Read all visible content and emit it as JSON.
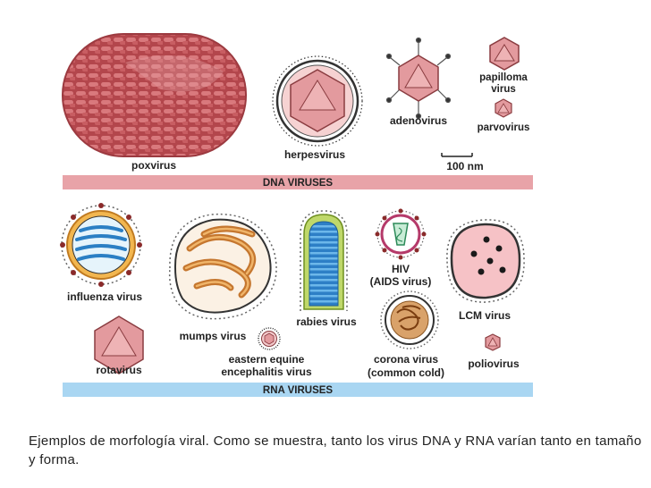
{
  "dna": {
    "band_label": "DNA VIRUSES",
    "band_color": "#e8a3a8",
    "labels": {
      "poxvirus": "poxvirus",
      "herpesvirus": "herpesvirus",
      "adenovirus": "adenovirus",
      "papilloma_line1": "papilloma",
      "papilloma_line2": "virus",
      "parvovirus": "parvovirus",
      "scale": "100 nm"
    }
  },
  "rna": {
    "band_label": "RNA VIRUSES",
    "band_color": "#a9d6f2",
    "labels": {
      "influenza": "influenza virus",
      "rotavirus": "rotavirus",
      "mumps": "mumps virus",
      "eee_line1": "eastern equine",
      "eee_line2": "encephalitis virus",
      "rabies": "rabies virus",
      "hiv_line1": "HIV",
      "hiv_line2": "(AIDS virus)",
      "corona_line1": "corona virus",
      "corona_line2": "(common cold)",
      "lcm": "LCM virus",
      "polio": "poliovirus"
    }
  },
  "caption": "Ejemplos de morfología viral. Como se muestra, tanto los virus DNA y RNA varían tanto en tamaño y forma."
}
